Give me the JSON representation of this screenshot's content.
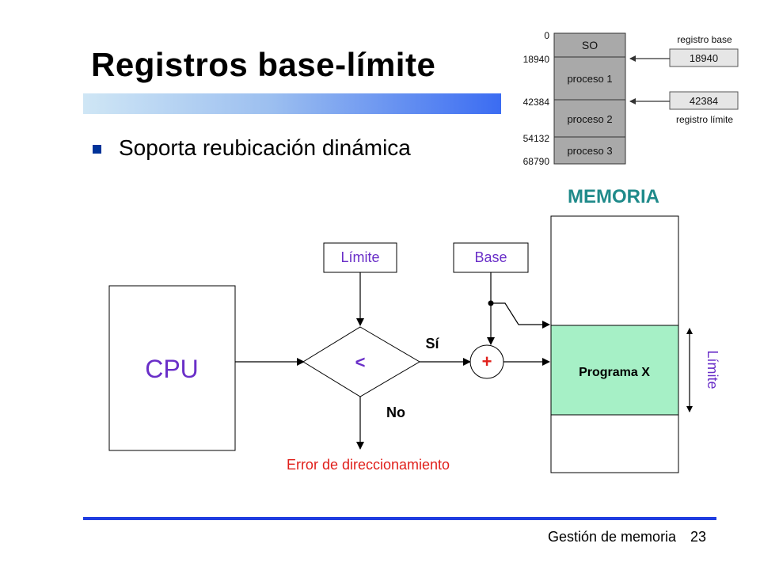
{
  "slide": {
    "title": "Registros base-límite",
    "bullet": "Soporta reubicación dinámica",
    "footer": "Gestión de memoria",
    "page_number": "23"
  },
  "memory_map": {
    "addresses": [
      "0",
      "18940",
      "42384",
      "54132",
      "68790"
    ],
    "segments": [
      "SO",
      "proceso 1",
      "proceso 2",
      "proceso 3"
    ],
    "base_register_label": "registro base",
    "base_register_value": "18940",
    "limit_register_label": "registro límite",
    "limit_register_value": "42384"
  },
  "diagram": {
    "memory_title": "MEMORIA",
    "cpu_label": "CPU",
    "limit_box_label": "Límite",
    "base_box_label": "Base",
    "compare_symbol": "<",
    "yes_label": "Sí",
    "no_label": "No",
    "adder_symbol": "+",
    "program_label": "Programa X",
    "limit_side_label": "Límite",
    "error_label": "Error de direccionamiento"
  },
  "colors": {
    "purple_text": "#6a2fc8",
    "memory_title": "#1f8a8a",
    "error_text": "#e0201b",
    "program_fill": "#a6f0c6",
    "gray_segment": "#a9a9a9",
    "footer_line": "#1f3de0",
    "bullet": "#003399"
  }
}
